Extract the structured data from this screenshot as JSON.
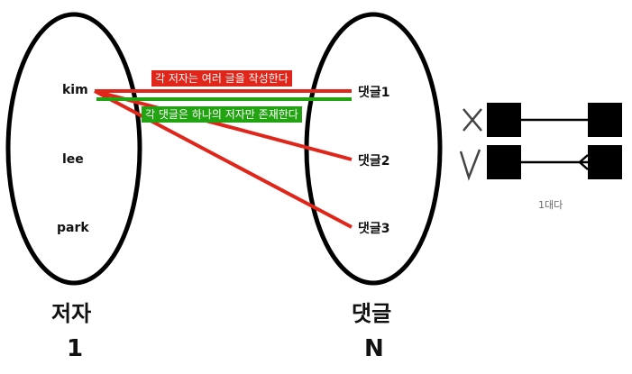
{
  "left_set": {
    "title": "저자",
    "cardinality": "1",
    "items": [
      "kim",
      "lee",
      "park"
    ]
  },
  "right_set": {
    "title": "댓글",
    "cardinality": "N",
    "items": [
      "댓글1",
      "댓글2",
      "댓글3"
    ]
  },
  "annotations": {
    "red_banner": "각 저자는 여러 글을 작성한다",
    "green_banner": "각 댓글은 하나의 저자만 존재한다"
  },
  "legend": {
    "wrong_mark": "X",
    "right_mark": "V",
    "caption": "1대다"
  },
  "colors": {
    "red": "#e0261a",
    "green": "#22a412",
    "stroke": "#000000"
  }
}
